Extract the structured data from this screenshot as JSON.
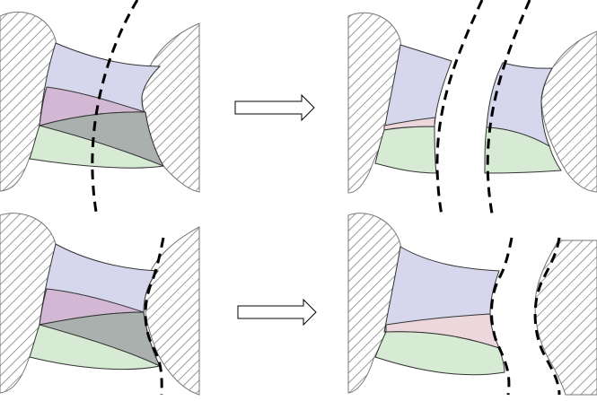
{
  "colors": {
    "background": "#ffffff",
    "hatch_stroke": "#9a9a9a",
    "outline": "#777777",
    "region_blue": "#d6d6ec",
    "region_purple": "#d2b8d4",
    "region_green": "#d7ebd4",
    "region_pink": "#ecd8dc",
    "region_overlap": "#a9b0ad",
    "cut_line": "#000000"
  },
  "panels": [
    {
      "name": "top-before",
      "cut": "curved-dashed-line"
    },
    {
      "name": "top-after",
      "cut": "two-curved-dashed-lines"
    },
    {
      "name": "bottom-before",
      "cut": "dashed-line-along-right-body"
    },
    {
      "name": "bottom-after",
      "cut": "dashed-line-around-both-pieces"
    }
  ],
  "arrows": [
    {
      "from": "top-before",
      "to": "top-after",
      "icon": "right-arrow-icon"
    },
    {
      "from": "bottom-before",
      "to": "bottom-after",
      "icon": "right-arrow-icon"
    }
  ]
}
